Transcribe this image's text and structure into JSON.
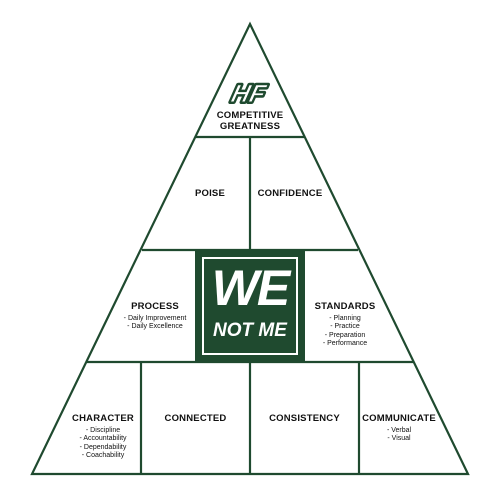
{
  "colors": {
    "brand_green": "#1f4a2f",
    "outline": "#1f4a2f",
    "text": "#111111",
    "background": "#ffffff"
  },
  "logo": {
    "text": "HF"
  },
  "center": {
    "line1": "WE",
    "line2": "NOT ME"
  },
  "tiers": {
    "top": {
      "title_line1": "COMPETITIVE",
      "title_line2": "GREATNESS"
    },
    "second": {
      "left": "POISE",
      "right": "CONFIDENCE"
    },
    "third": {
      "left": {
        "title": "PROCESS",
        "items": [
          "- Daily Improvement",
          "- Daily Excellence"
        ]
      },
      "right": {
        "title": "STANDARDS",
        "items": [
          "- Planning",
          "- Practice",
          "- Preparation",
          "- Performance"
        ]
      }
    },
    "bottom": {
      "character": {
        "title": "CHARACTER",
        "items": [
          "- Discipline",
          "- Accountability",
          "- Dependability",
          "- Coachability"
        ]
      },
      "connected": {
        "title": "CONNECTED"
      },
      "consistency": {
        "title": "CONSISTENCY"
      },
      "communicate": {
        "title": "COMMUNICATE",
        "items": [
          "- Verbal",
          "- Visual"
        ]
      }
    }
  }
}
